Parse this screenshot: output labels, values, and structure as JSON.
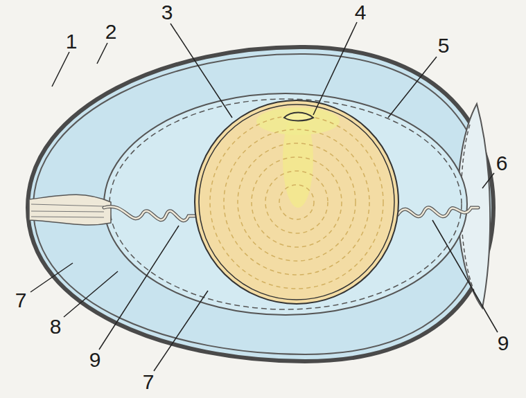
{
  "diagram": {
    "labels": [
      "1",
      "2",
      "3",
      "4",
      "5",
      "6",
      "7",
      "8",
      "9",
      "7",
      "9"
    ]
  }
}
